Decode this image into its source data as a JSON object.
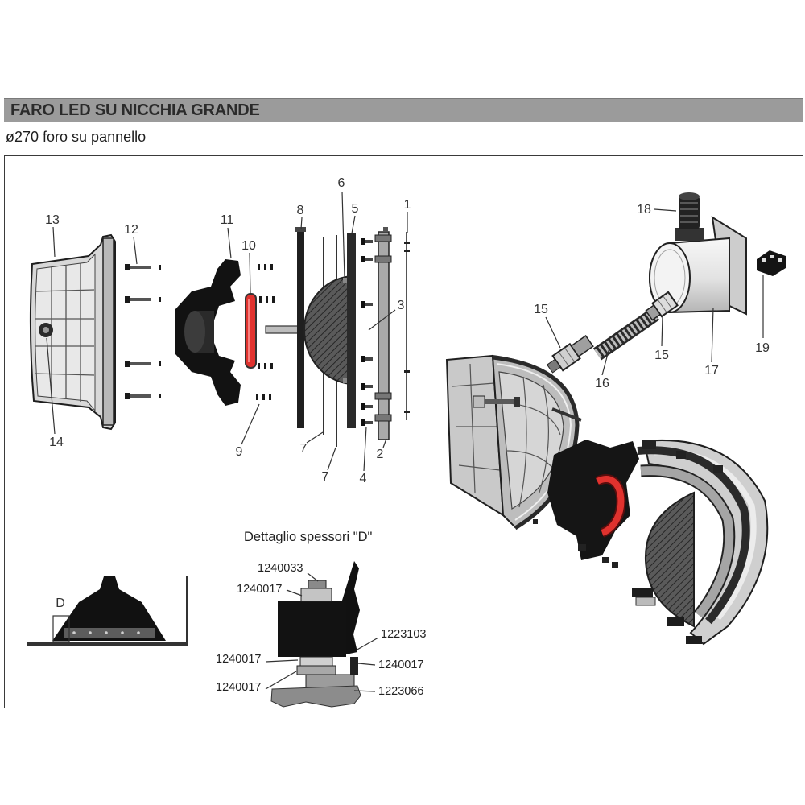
{
  "header": {
    "title": "FARO LED SU NICCHIA GRANDE",
    "subtitle": "ø270 foro su pannello"
  },
  "colors": {
    "header_bar": "#9b9b9b",
    "gasket_red": "#e0322e"
  },
  "part_labels": [
    "1",
    "2",
    "3",
    "4",
    "5",
    "6",
    "7",
    "7",
    "8",
    "9",
    "10",
    "11",
    "12",
    "13",
    "14",
    "15",
    "15",
    "16",
    "17",
    "18",
    "19"
  ],
  "section_view": {
    "label": "D"
  },
  "detail": {
    "title": "Dettaglio spessori \"D\"",
    "codes": [
      "1240033",
      "1240017",
      "1223103",
      "1240017",
      "1240017",
      "1240017",
      "1223066"
    ]
  }
}
